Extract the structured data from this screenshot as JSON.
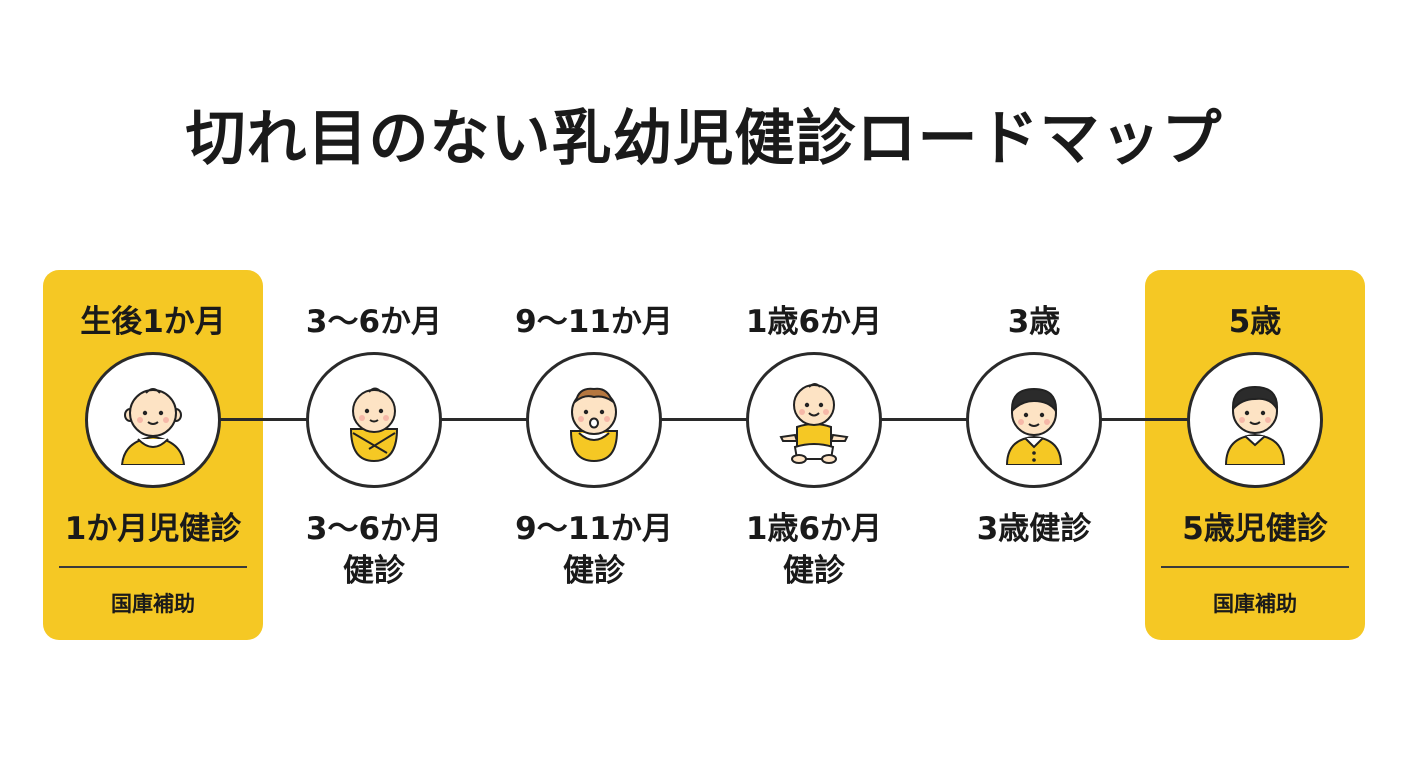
{
  "title": "切れ目のない乳幼児健診ロードマップ",
  "colors": {
    "accent": "#f5c824",
    "line": "#2a2a2a",
    "skin": "#fde3c4",
    "hair": "#2b2b2b"
  },
  "stages": [
    {
      "age": "生後1か月",
      "name_line1": "1か月児健診",
      "name_line2": "",
      "subsidy": "国庫補助",
      "icon": "newborn-bib-icon"
    },
    {
      "age": "3〜6か月",
      "name_line1": "3〜6か月",
      "name_line2": "健診",
      "subsidy": "",
      "icon": "swaddled-baby-icon"
    },
    {
      "age": "9〜11か月",
      "name_line1": "9〜11か月",
      "name_line2": "健診",
      "subsidy": "",
      "icon": "baby-pacifier-icon"
    },
    {
      "age": "1歳6か月",
      "name_line1": "1歳6か月",
      "name_line2": "健診",
      "subsidy": "",
      "icon": "sitting-toddler-icon"
    },
    {
      "age": "3歳",
      "name_line1": "3歳健診",
      "name_line2": "",
      "subsidy": "",
      "icon": "child-collar-icon"
    },
    {
      "age": "5歳",
      "name_line1": "5歳児健診",
      "name_line2": "",
      "subsidy": "国庫補助",
      "icon": "child-collar-icon"
    }
  ]
}
